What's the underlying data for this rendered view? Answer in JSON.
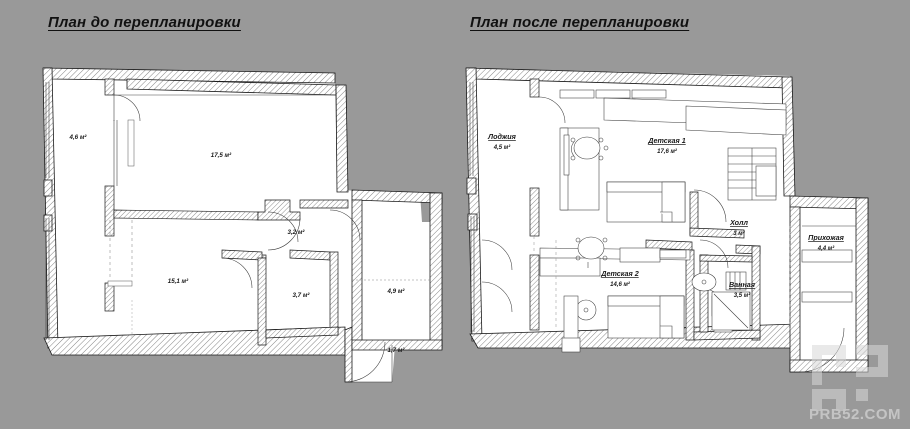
{
  "page": {
    "background_color": "#999999",
    "wall_color": "#1a1a1a",
    "room_fill": "#ffffff",
    "hatch_color": "#6e6e6e"
  },
  "plans": [
    {
      "id": "before",
      "title": "План до перепланировки",
      "rooms": [
        {
          "name": "",
          "area": "4,6 м²"
        },
        {
          "name": "",
          "area": "17,5 м²"
        },
        {
          "name": "",
          "area": "15,1 м²"
        },
        {
          "name": "",
          "area": "3,2 м²"
        },
        {
          "name": "",
          "area": "3,7 м²"
        },
        {
          "name": "",
          "area": "4,9 м²"
        },
        {
          "name": "",
          "area": "1,7 м²"
        }
      ]
    },
    {
      "id": "after",
      "title": "План после перепланировки",
      "rooms": [
        {
          "name": "Лоджия",
          "area": "4,5 м²"
        },
        {
          "name": "Детская 1",
          "area": "17,6 м²"
        },
        {
          "name": "Детская 2",
          "area": "14,6 м²"
        },
        {
          "name": "Холл",
          "area": "3 м²"
        },
        {
          "name": "Ванная",
          "area": "3,5 м²"
        },
        {
          "name": "Прихожая",
          "area": "4,4 м²"
        }
      ]
    }
  ],
  "watermark": {
    "text": "PRB52.COM"
  }
}
